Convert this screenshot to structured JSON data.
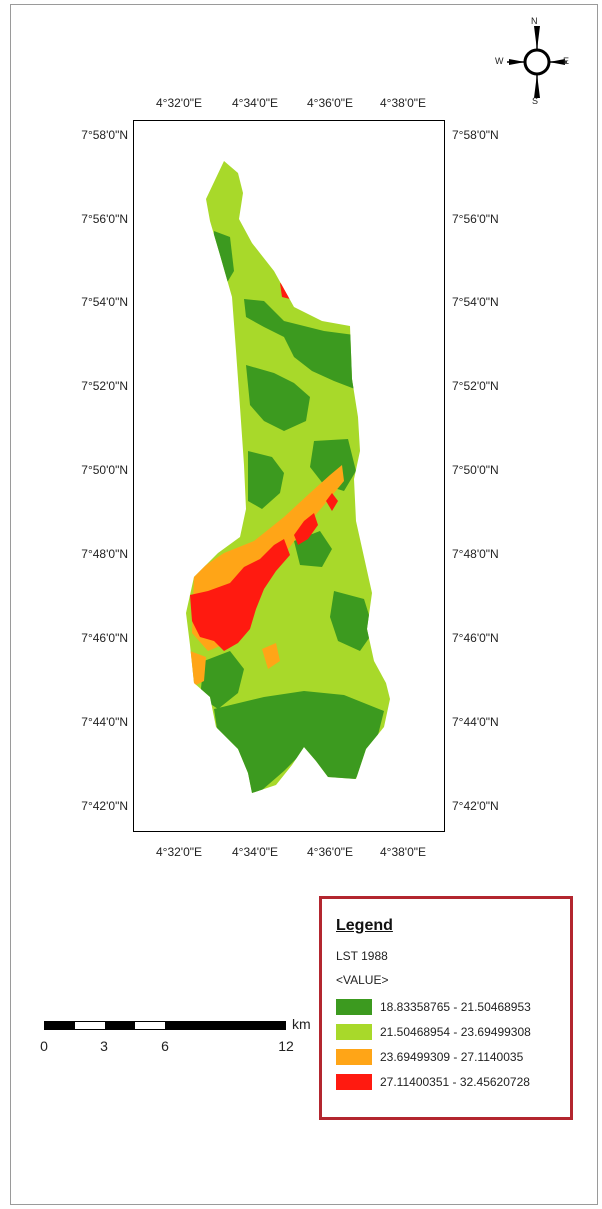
{
  "map": {
    "top_ticks": [
      "4°32'0\"E",
      "4°34'0\"E",
      "4°36'0\"E",
      "4°38'0\"E"
    ],
    "bottom_ticks": [
      "4°32'0\"E",
      "4°34'0\"E",
      "4°36'0\"E",
      "4°38'0\"E"
    ],
    "left_ticks": [
      "7°58'0\"N",
      "7°56'0\"N",
      "7°54'0\"N",
      "7°52'0\"N",
      "7°50'0\"N",
      "7°48'0\"N",
      "7°46'0\"N",
      "7°44'0\"N",
      "7°42'0\"N"
    ],
    "right_ticks": [
      "7°58'0\"N",
      "7°56'0\"N",
      "7°54'0\"N",
      "7°52'0\"N",
      "7°50'0\"N",
      "7°48'0\"N",
      "7°46'0\"N",
      "7°44'0\"N",
      "7°42'0\"N"
    ]
  },
  "compass": {
    "n": "N",
    "s": "S",
    "e": "E",
    "w": "W"
  },
  "legend": {
    "title": "Legend",
    "layer": "LST 1988",
    "field": "<VALUE>",
    "items": [
      {
        "label": "18.83358765 - 21.50468953",
        "color": "#3c9a1f"
      },
      {
        "label": "21.50468954 - 23.69499308",
        "color": "#a8d92a"
      },
      {
        "label": "23.69499309 - 27.1140035",
        "color": "#ffa517"
      },
      {
        "label": "27.11400351 - 32.45620728",
        "color": "#ff1a10"
      }
    ]
  },
  "scale": {
    "labels": [
      "0",
      "3",
      "6",
      "12"
    ],
    "unit": "km"
  }
}
